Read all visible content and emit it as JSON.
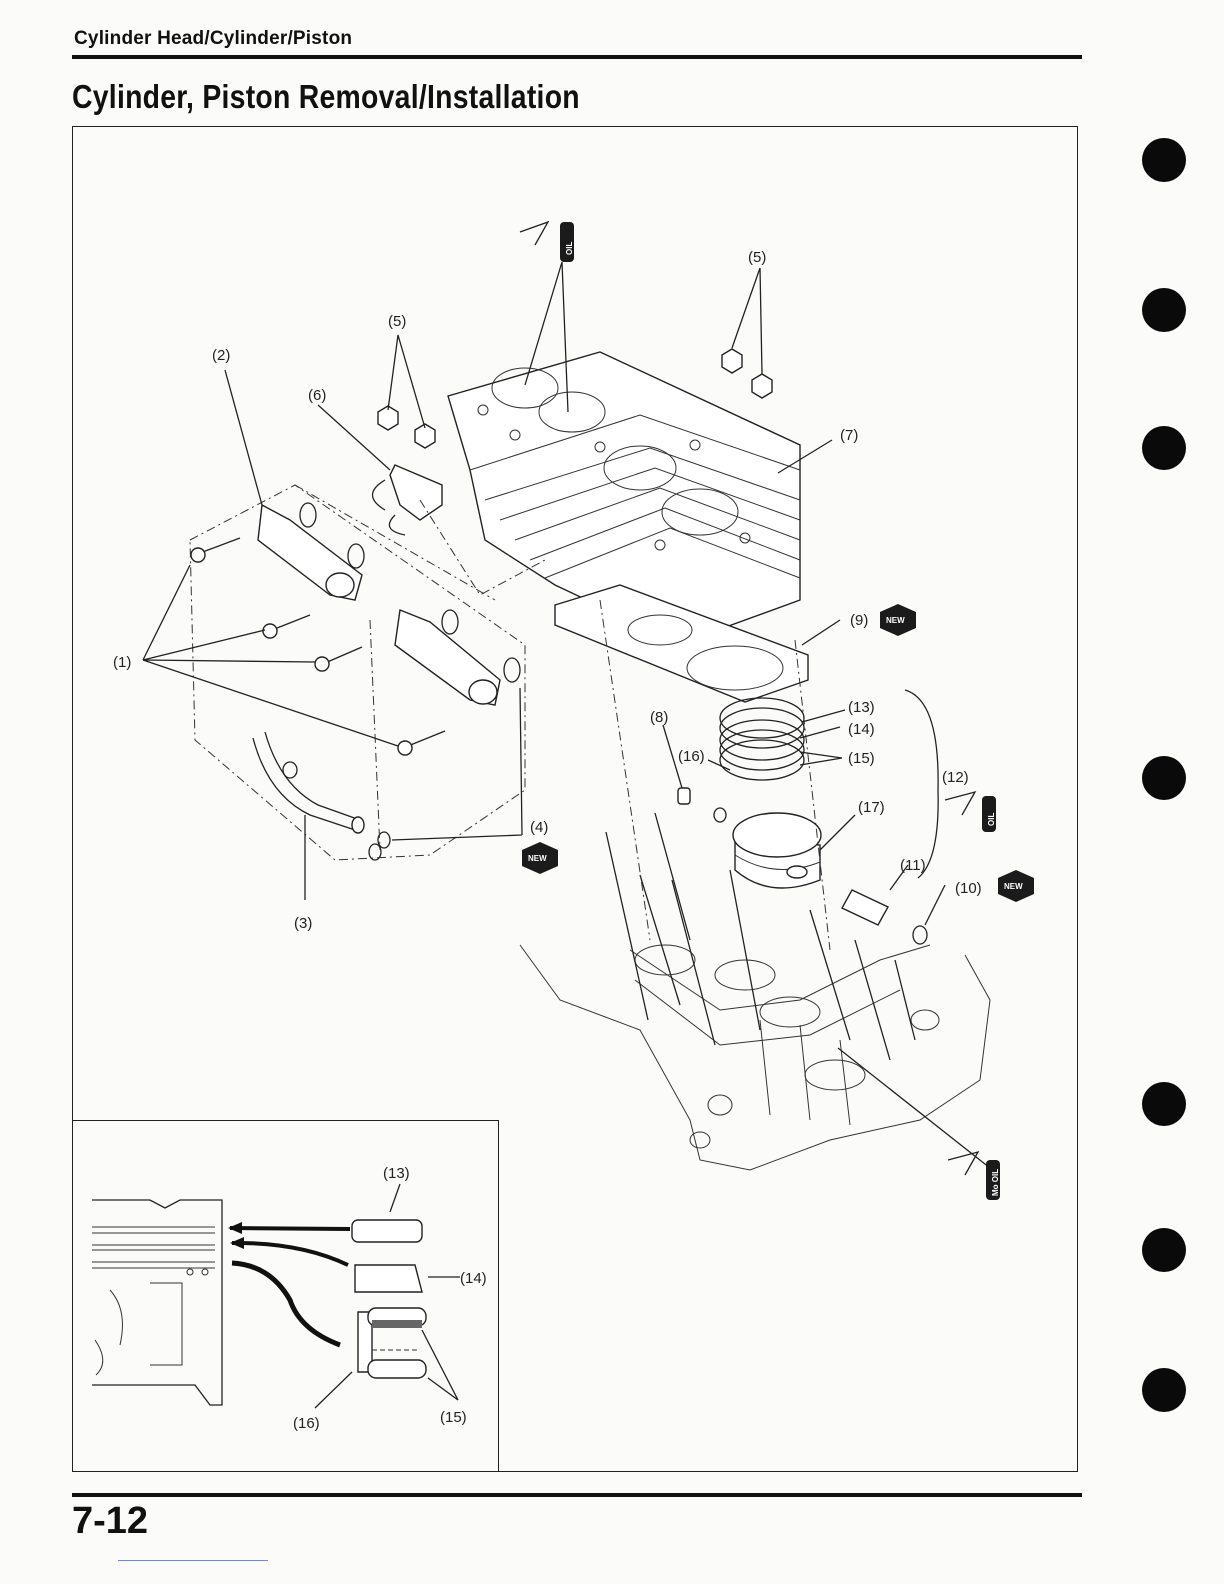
{
  "header": {
    "section": "Cylinder Head/Cylinder/Piston"
  },
  "title": "Cylinder, Piston Removal/Installation",
  "callouts": {
    "c1": "(1)",
    "c2": "(2)",
    "c3": "(3)",
    "c4": "(4)",
    "c5a": "(5)",
    "c5b": "(5)",
    "c6": "(6)",
    "c7": "(7)",
    "c8": "(8)",
    "c9": "(9)",
    "c10": "(10)",
    "c11": "(11)",
    "c12": "(12)",
    "c13": "(13)",
    "c14": "(14)",
    "c15": "(15)",
    "c16": "(16)",
    "c17": "(17)"
  },
  "inset_callouts": {
    "c13": "(13)",
    "c14": "(14)",
    "c15": "(15)",
    "c16": "(16)"
  },
  "badges": {
    "oil": "OIL",
    "new": "NEW",
    "mo_oil": "Mo OIL"
  },
  "footer": {
    "page_number": "7-12"
  },
  "colors": {
    "ink": "#111111",
    "paper": "#fbfbf9"
  }
}
